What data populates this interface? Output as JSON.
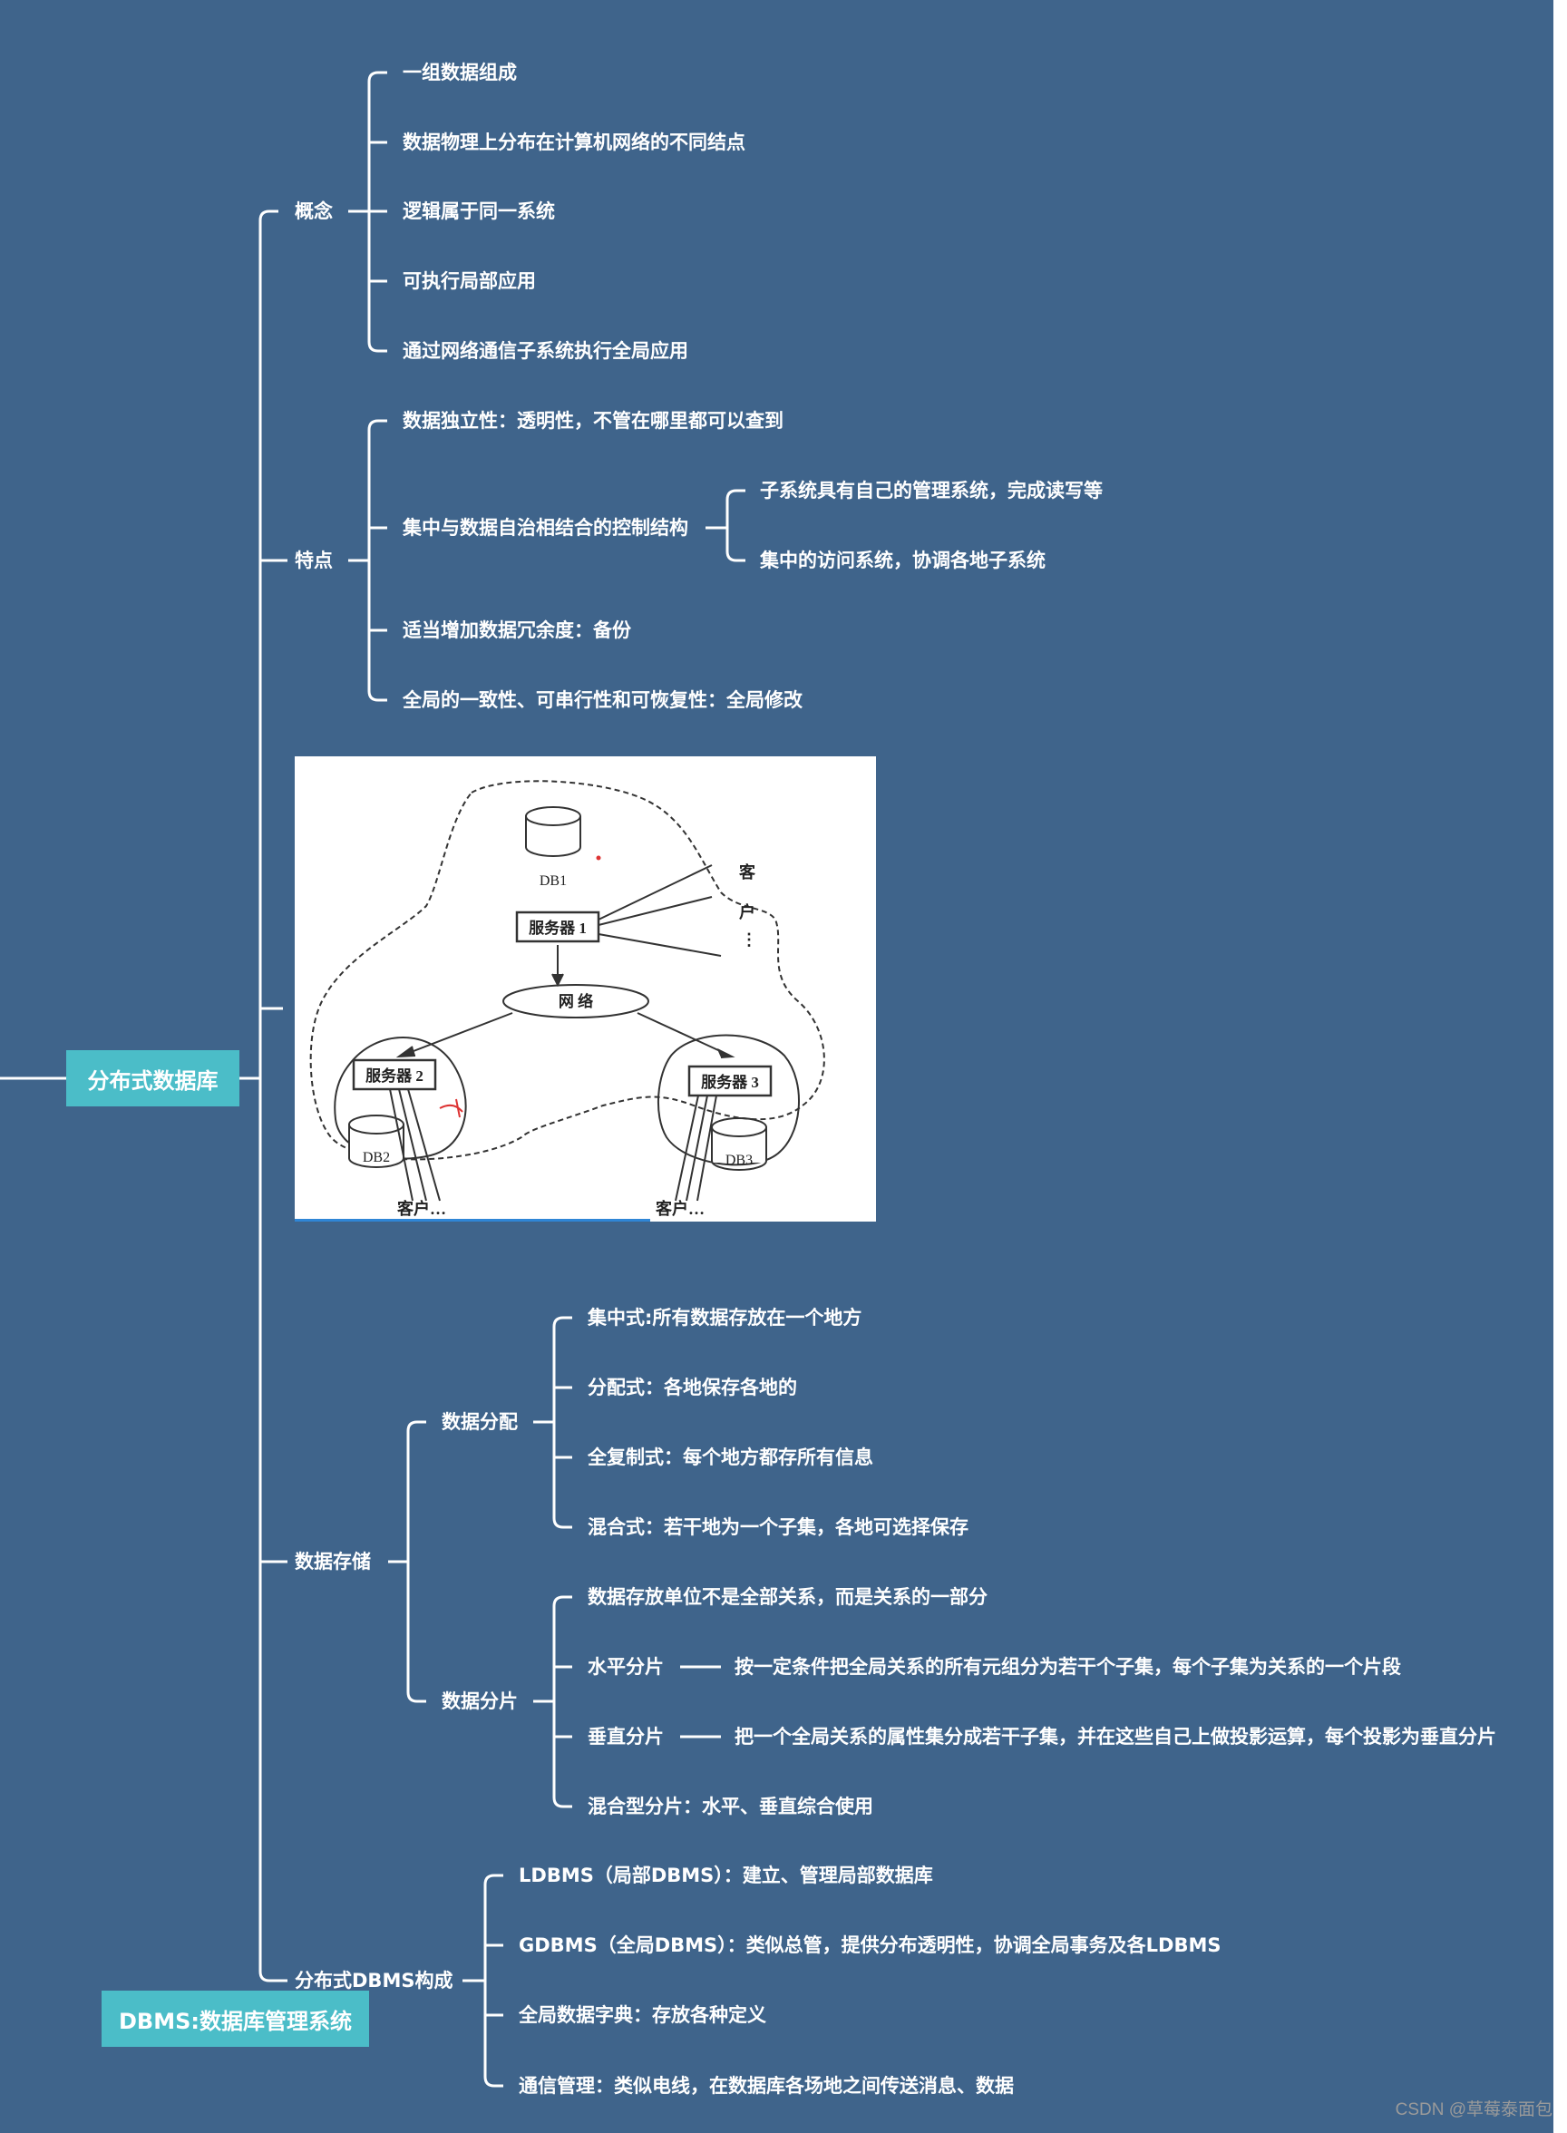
{
  "root": "分布式数据库",
  "concept": {
    "label": "概念",
    "items": [
      "一组数据组成",
      "数据物理上分布在计算机网络的不同结点",
      "逻辑属于同一系统",
      "可执行局部应用",
      "通过网络通信子系统执行全局应用"
    ]
  },
  "features": {
    "label": "特点",
    "item1": "数据独立性：透明性，不管在哪里都可以查到",
    "item2": "集中与数据自治相结合的控制结构",
    "item2_children": [
      "子系统具有自己的管理系统，完成读写等",
      "集中的访问系统，协调各地子系统"
    ],
    "item3": "适当增加数据冗余度：备份",
    "item4": "全局的一致性、可串行性和可恢复性：全局修改"
  },
  "diagram": {
    "db1": "DB1",
    "server1": "服务器 1",
    "client_chars": [
      "客",
      "户",
      "⋮"
    ],
    "network": "网   络",
    "server2": "服务器 2",
    "server3": "服务器 3",
    "db2": "DB2",
    "db3": "DB3",
    "client_left": "客户…",
    "client_right": "客户…"
  },
  "storage": {
    "label": "数据存储",
    "distribution": {
      "label": "数据分配",
      "items": [
        "集中式:所有数据存放在一个地方",
        "分配式：各地保存各地的",
        "全复制式：每个地方都存所有信息",
        "混合式：若干地为一个子集，各地可选择保存"
      ]
    },
    "fragmentation": {
      "label": "数据分片",
      "item1": "数据存放单位不是全部关系，而是关系的一部分",
      "horizontal": {
        "label": "水平分片",
        "desc": "按一定条件把全局关系的所有元组分为若干个子集，每个子集为关系的一个片段"
      },
      "vertical": {
        "label": "垂直分片",
        "desc": "把一个全局关系的属性集分成若干子集，并在这些自己上做投影运算，每个投影为垂直分片"
      },
      "item4": "混合型分片：水平、垂直综合使用"
    }
  },
  "dbms": {
    "label": "分布式DBMS构成",
    "items": [
      "LDBMS（局部DBMS）：建立、管理局部数据库",
      "GDBMS（全局DBMS）：类似总管，提供分布透明性，协调全局事务及各LDBMS",
      "全局数据字典：存放各种定义",
      "通信管理：类似电线，在数据库各场地之间传送消息、数据"
    ]
  },
  "note": "DBMS:数据库管理系统",
  "watermark": "CSDN @草莓泰面包",
  "colors": {
    "background": "#3f648b",
    "accent": "#4bbdc8",
    "line": "#ffffff"
  }
}
